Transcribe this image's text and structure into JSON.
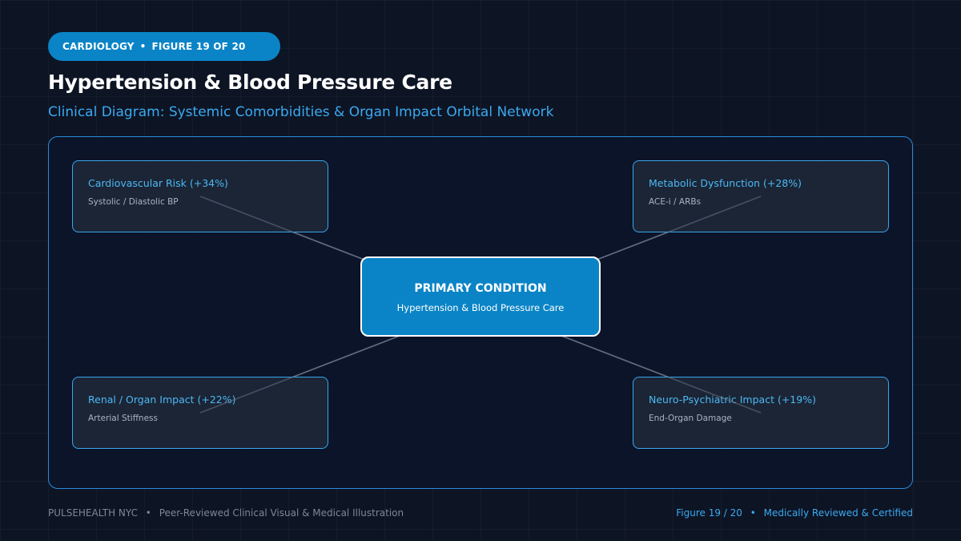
{
  "badge": {
    "category": "CARDIOLOGY",
    "separator": "•",
    "figure": "FIGURE 19 OF 20"
  },
  "title": "Hypertension & Blood Pressure Care",
  "subtitle": "Clinical Diagram: Systemic Comorbidities & Organ Impact Orbital Network",
  "diagram": {
    "center": {
      "title": "PRIMARY CONDITION",
      "subtitle": "Hypertension & Blood Pressure Care"
    },
    "nodes": [
      {
        "title": "Cardiovascular Risk (+34%)",
        "subtitle": "Systolic / Diastolic BP"
      },
      {
        "title": "Metabolic Dysfunction (+28%)",
        "subtitle": "ACE-i / ARBs"
      },
      {
        "title": "Renal / Organ Impact (+22%)",
        "subtitle": "Arterial Stiffness"
      },
      {
        "title": "Neuro-Psychiatric Impact (+19%)",
        "subtitle": "End-Organ Damage"
      }
    ]
  },
  "footer": {
    "brand": "PULSEHEALTH NYC",
    "separator": "•",
    "tagline": "Peer-Reviewed Clinical Visual & Medical Illustration",
    "figure": "Figure 19 / 20",
    "certification": "Medically Reviewed & Certified"
  },
  "colors": {
    "background": "#0d1424",
    "accent": "#0a84c6",
    "node_title": "#4cb8f5",
    "border": "#3aa6ee"
  }
}
